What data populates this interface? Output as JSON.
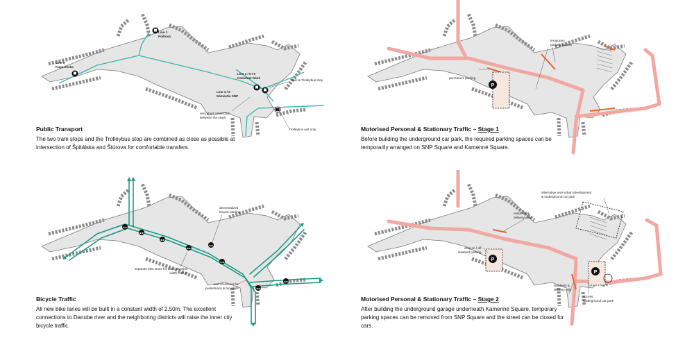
{
  "panels": {
    "transport": {
      "title": "Public Transport",
      "body": "The two tram stops and the Trolleybus stop are combined as close as possible at intersection of Špitálska and Štúrova for comfortable transfers.",
      "labels": {
        "line1_a": "Line 1",
        "line1_b": "Poštová",
        "line9_a": "Line 9",
        "line9_b": "Kapucínska",
        "kam_a": "Line 1 / 6 / 9",
        "kam_b": "Kamenné Námi",
        "snp_a": "Line 1 / 9",
        "snp_b": "Námestie SNP",
        "tram_trolley": "Tram & Trolleybus stop",
        "short_a": "very short connection",
        "short_b": "between the stops",
        "trolley_exit": "Trolleybus exit only"
      }
    },
    "stage1": {
      "title_prefix": "Motorised Personal & Stationary Traffic – ",
      "stage": "Stage 1",
      "body": "Before building the underground car park, the required parking spaces can be temporarily arranged on SNP Square and Kamenné Square.",
      "labels": {
        "temp_a": "temporary",
        "temp_b": "parking spaces",
        "permanent": "permanent parking"
      }
    },
    "bicycle": {
      "title": "Bicycle Traffic",
      "body": "All new bike lanes will be built in a constant width of 2.50m. The excellent connections to Danube river and the neighboring districts will raise the inner city bicycle traffic.",
      "labels": {
        "decent_a": "decentralized",
        "decent_b": "bicycle parking",
        "sep_a": "separate bike lanes for each direction",
        "sep_b": "width 2,50 m",
        "cross_a": "new crossover for",
        "cross_b": "pedestrians & bicyclists"
      }
    },
    "stage2": {
      "title_prefix": "Motorised Personal & Stationary Traffic – ",
      "stage": "Stage 2",
      "body": "After building the underground garage underneath Kamenné Square, temporary parking spaces can be removed from SNP Square and the street can be closed for cars.",
      "labels": {
        "alt_a": "alternative area urban development",
        "alt_b": "& underground car park",
        "res_a": "residents &",
        "res_b": "delivery only",
        "drop_a": "drop on / off",
        "drop_b": "disabled parking",
        "res2_a": "residents &",
        "res2_b": "delivery only",
        "access_a": "access",
        "access_b": "underground car park"
      }
    }
  },
  "colors": {
    "tram": "#3fb6ae",
    "bike": "#1b9a84",
    "car": "#f2a7a0",
    "temp_parking": "#e8622d",
    "area": "#e6e6e6",
    "building": "#8a8a8a"
  },
  "icons": [
    "tram-stop-icon",
    "trolleybus-icon",
    "bicycle-parking-icon",
    "parking-icon"
  ]
}
